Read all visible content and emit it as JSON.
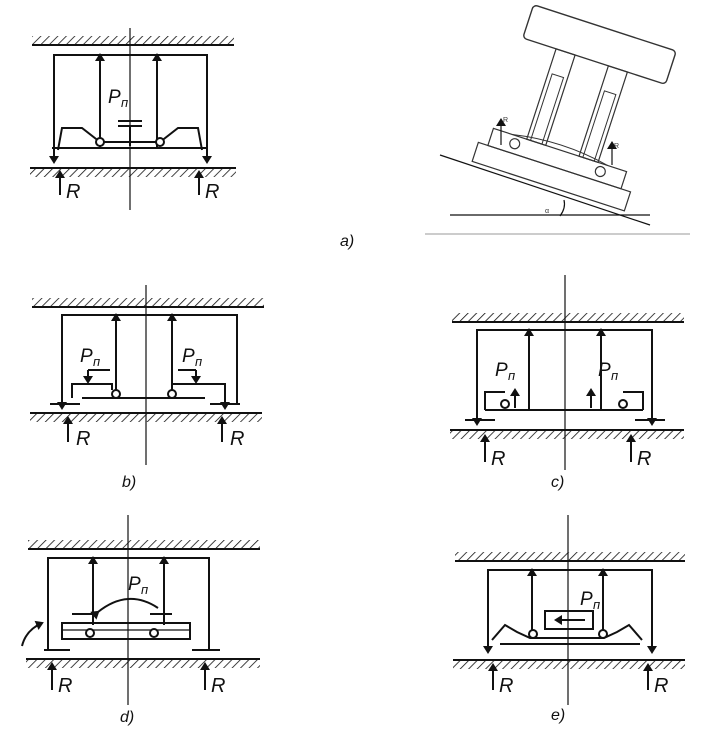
{
  "figure": {
    "panels": [
      {
        "id": "a",
        "label": "a)",
        "force_label": "P",
        "force_sub": "п",
        "reaction_label": "R"
      },
      {
        "id": "b",
        "label": "b)",
        "force_label": "P",
        "force_sub": "п",
        "reaction_label": "R"
      },
      {
        "id": "c",
        "label": "c)",
        "force_label": "P",
        "force_sub": "п",
        "reaction_label": "R"
      },
      {
        "id": "d",
        "label": "d)",
        "force_label": "P",
        "force_sub": "п",
        "reaction_label": "R"
      },
      {
        "id": "e",
        "label": "e)",
        "force_label": "P",
        "force_sub": "п",
        "reaction_label": "R"
      }
    ],
    "photo_annotations": {
      "left": "R",
      "right": "R",
      "angle": "α"
    }
  }
}
